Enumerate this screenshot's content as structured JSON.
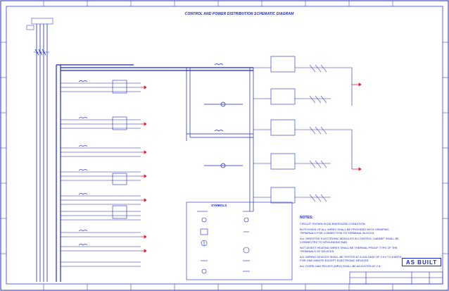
{
  "drawing": {
    "title": "CONTROL AND POWER DISTRIBUTION SCHEMATIC DIAGRAM",
    "stamp": "AS BUILT",
    "symbols_title": "SYMBOLS",
    "notes_title": "NOTES:",
    "notes": [
      "CIRCUIT SHOWN IN DE-ENERGIZED CONDITION.",
      "BOTH ENDS OF ALL WIRES SHALL BE PROVIDED WITH CRIMPING TERMINALS FOR CONNECTION TO TERMINAL BLOCKS.",
      "ALL SENSITIVE ELECTRONIC MODULES IN CONTROL CABINET SHALL BE CONNECTED TO GROUNDING BAR.",
      "NOT ASSIST HEATING WIRES SHALL BE THERMAL PROOF TYPE OF THE TERMINALS OF DEVICES.",
      "ALL WIRING DEVICES SHALL BE TESTED AT A VOLTAGE OF 2 KV TO EARTH FOR ONE MINUTE EXCEPT ELECTRONIC DEVICES.",
      "ALL OVERLOAD RELAYS (MRU) SHALL BE ADJUSTED AT 2 A."
    ]
  },
  "colors": {
    "ink": "#1a27c9",
    "warning": "#e0213a",
    "background": "#ffffff"
  }
}
